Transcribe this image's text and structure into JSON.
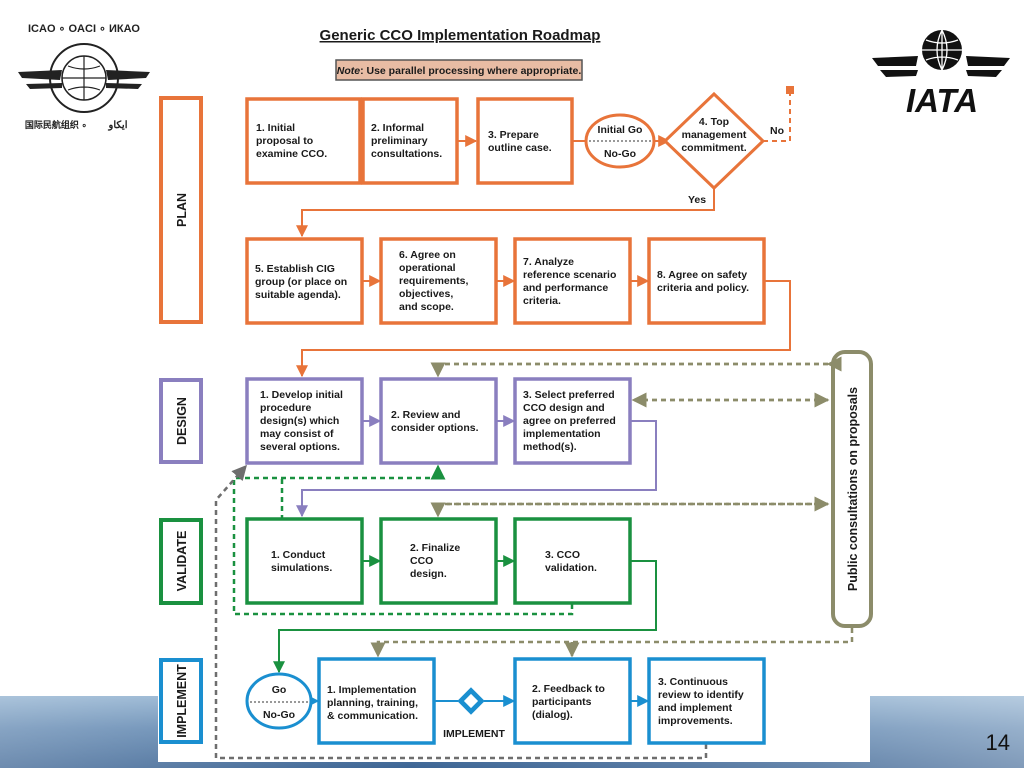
{
  "title": "Generic CCO Implementation Roadmap",
  "note": {
    "label": "Note",
    "text": ": Use parallel processing where appropriate."
  },
  "page_number": "14",
  "logos": {
    "left_text": "ICAO ∘ OACI ∘ ИКАО",
    "right_text": "IATA"
  },
  "colors": {
    "plan": "#e8743a",
    "design": "#8a7fbf",
    "validate": "#1a9140",
    "implement": "#1a8fd0",
    "public": "#8c8c6a",
    "dashed_gray": "#6e6e6e"
  },
  "phases": {
    "plan": "PLAN",
    "design": "DESIGN",
    "validate": "VALIDATE",
    "implement": "IMPLEMENT"
  },
  "plan": {
    "step1": [
      "1.  Initial",
      "proposal to",
      "examine CCO."
    ],
    "step2": [
      "2.  Informal",
      "preliminary",
      "consultations."
    ],
    "step3": [
      "3. Prepare",
      "outline case."
    ],
    "go_nogo": {
      "go": "Initial Go",
      "nogo": "No-Go"
    },
    "step4": [
      "4. Top",
      "management",
      "commitment."
    ],
    "no": "No",
    "yes": "Yes",
    "step5": [
      "5. Establish CIG",
      "group (or place on",
      "suitable agenda)."
    ],
    "step6": [
      "6. Agree on",
      "operational",
      "requirements,",
      "objectives,",
      "and scope."
    ],
    "step7": [
      "7. Analyze",
      "reference scenario",
      "and performance",
      "criteria."
    ],
    "step8": [
      "8. Agree on safety",
      "criteria and policy."
    ]
  },
  "design": {
    "step1": [
      "1. Develop initial",
      "procedure",
      "design(s) which",
      "may consist of",
      "several options."
    ],
    "step2": [
      "2. Review and",
      "consider options."
    ],
    "step3": [
      "3. Select preferred",
      "CCO design and",
      "agree on preferred",
      "implementation",
      "method(s)."
    ]
  },
  "validate": {
    "step1": [
      "1. Conduct",
      "simulations."
    ],
    "step2": [
      "2. Finalize",
      "CCO",
      "design."
    ],
    "step3": [
      "3. CCO",
      "validation."
    ]
  },
  "implement": {
    "go_nogo": {
      "go": "Go",
      "nogo": "No-Go"
    },
    "step1": [
      "1. Implementation",
      "planning, training,",
      "& communication."
    ],
    "implement_label": "IMPLEMENT",
    "step2": [
      "2. Feedback to",
      "participants",
      "(dialog)."
    ],
    "step3": [
      "3. Continuous",
      "review to identify",
      "and implement",
      "improvements."
    ]
  },
  "public_consultations": "Public consultations on proposals"
}
